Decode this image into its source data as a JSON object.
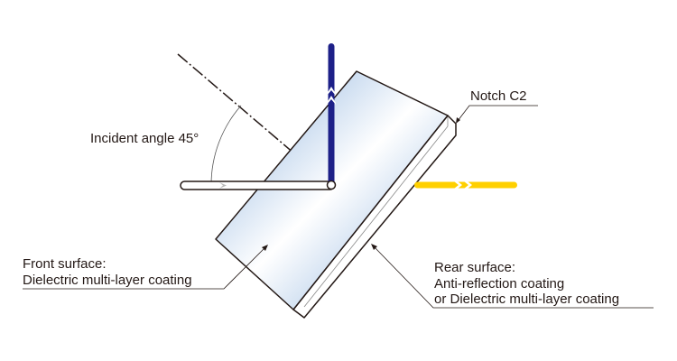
{
  "labels": {
    "incident_angle": "Incident angle 45°",
    "notch": "Notch C2",
    "front_surface_line1": "Front surface:",
    "front_surface_line2": "Dielectric multi-layer coating",
    "rear_surface_line1": "Rear surface:",
    "rear_surface_line2": "Anti-reflection coating",
    "rear_surface_line3": "or Dielectric multi-layer coating"
  },
  "colors": {
    "reflected_beam": "#1d2088",
    "transmitted_beam": "#ffd000",
    "glass_gradient_dark": "#7fa9da",
    "glass_gradient_light": "#ffffff",
    "line": "#231815"
  }
}
